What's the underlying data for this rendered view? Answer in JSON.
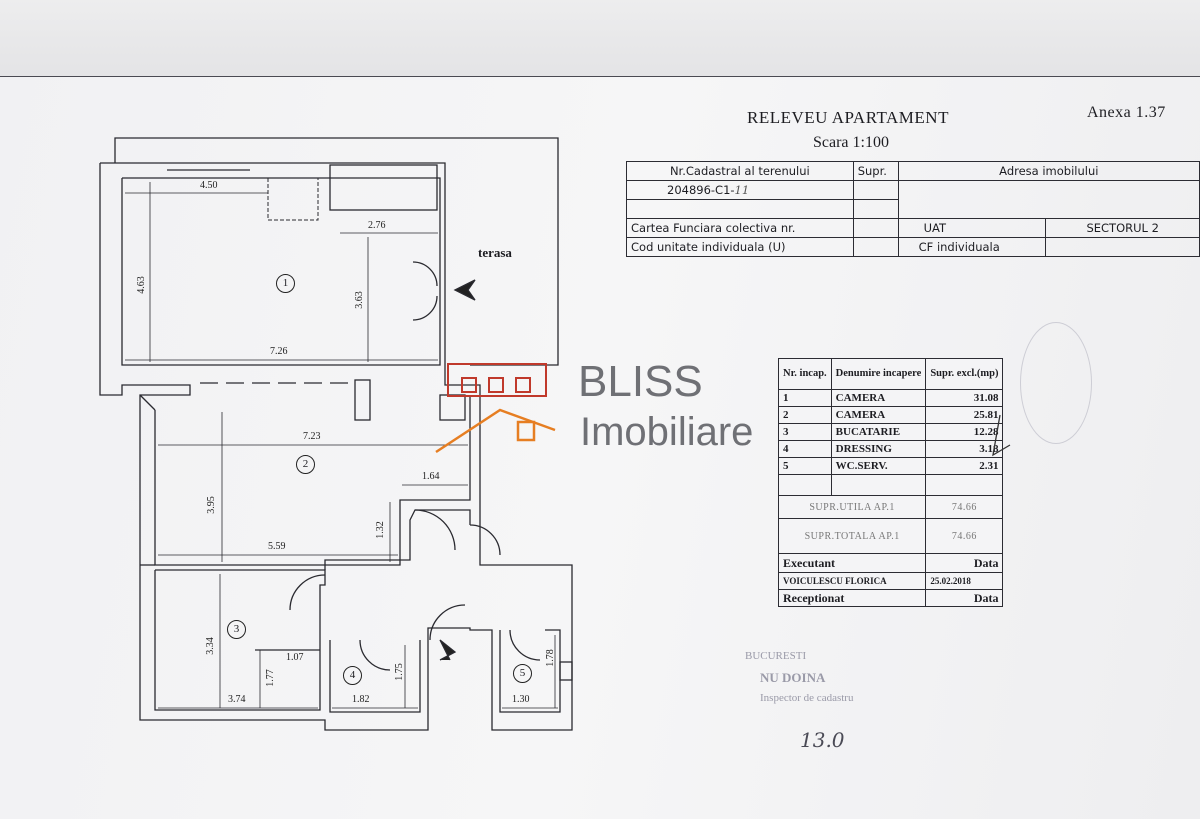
{
  "document": {
    "title": "RELEVEU APARTAMENT",
    "scale": "Scara 1:100",
    "annex": "Anexa 1.37"
  },
  "header_table": {
    "cadastral_label": "Nr.Cadastral al terenului",
    "area_label": "Supr.",
    "address_label": "Adresa imobilului",
    "cadastral_value": "204896-C1-",
    "cadastral_handwritten": "11",
    "cf_collective_label": "Cartea Funciara colectiva nr.",
    "uat_label": "UAT",
    "uat_value": "SECTORUL 2",
    "unit_code_label": "Cod unitate individuala (U)",
    "cf_individual_label": "CF individuala"
  },
  "rooms_table": {
    "headers": [
      "Nr. incap.",
      "Denumire incapere",
      "Supr. excl.(mp)"
    ],
    "rows": [
      {
        "nr": "1",
        "name": "CAMERA",
        "area": "31.08"
      },
      {
        "nr": "2",
        "name": "CAMERA",
        "area": "25.81"
      },
      {
        "nr": "3",
        "name": "BUCATARIE",
        "area": "12.28"
      },
      {
        "nr": "4",
        "name": "DRESSING",
        "area": "3.18"
      },
      {
        "nr": "5",
        "name": "WC.SERV.",
        "area": "2.31"
      }
    ],
    "useful_label": "SUPR.UTILA AP.1",
    "useful_value": "74.66",
    "total_label": "SUPR.TOTALA AP.1",
    "total_value": "74.66",
    "executant_label": "Executant",
    "date_label": "Data",
    "executant_name": "VOICULESCU FLORICA",
    "executant_date": "25.02.2018",
    "receptionat_label": "Receptionat",
    "receptionat_date_label": "Data"
  },
  "plan": {
    "terrace_label": "terasa",
    "room_numbers": [
      "1",
      "2",
      "3",
      "4",
      "5"
    ],
    "dimensions": [
      "4.50",
      "2.76",
      "4.63",
      "3.63",
      "7.26",
      "7.23",
      "3.95",
      "1.64",
      "1.32",
      "5.59",
      "3.34",
      "1.07",
      "1.77",
      "1.75",
      "3.74",
      "1.82",
      "1.78",
      "1.30"
    ]
  },
  "watermark": {
    "brand": "BLISS",
    "sub": "Imobiliare",
    "red": "#c0392b",
    "orange": "#e67e22"
  },
  "stamps": {
    "name": "NU DOINA",
    "role": "Inspector de cadastru",
    "city": "BUCURESTI",
    "signature_date": "13.0"
  }
}
